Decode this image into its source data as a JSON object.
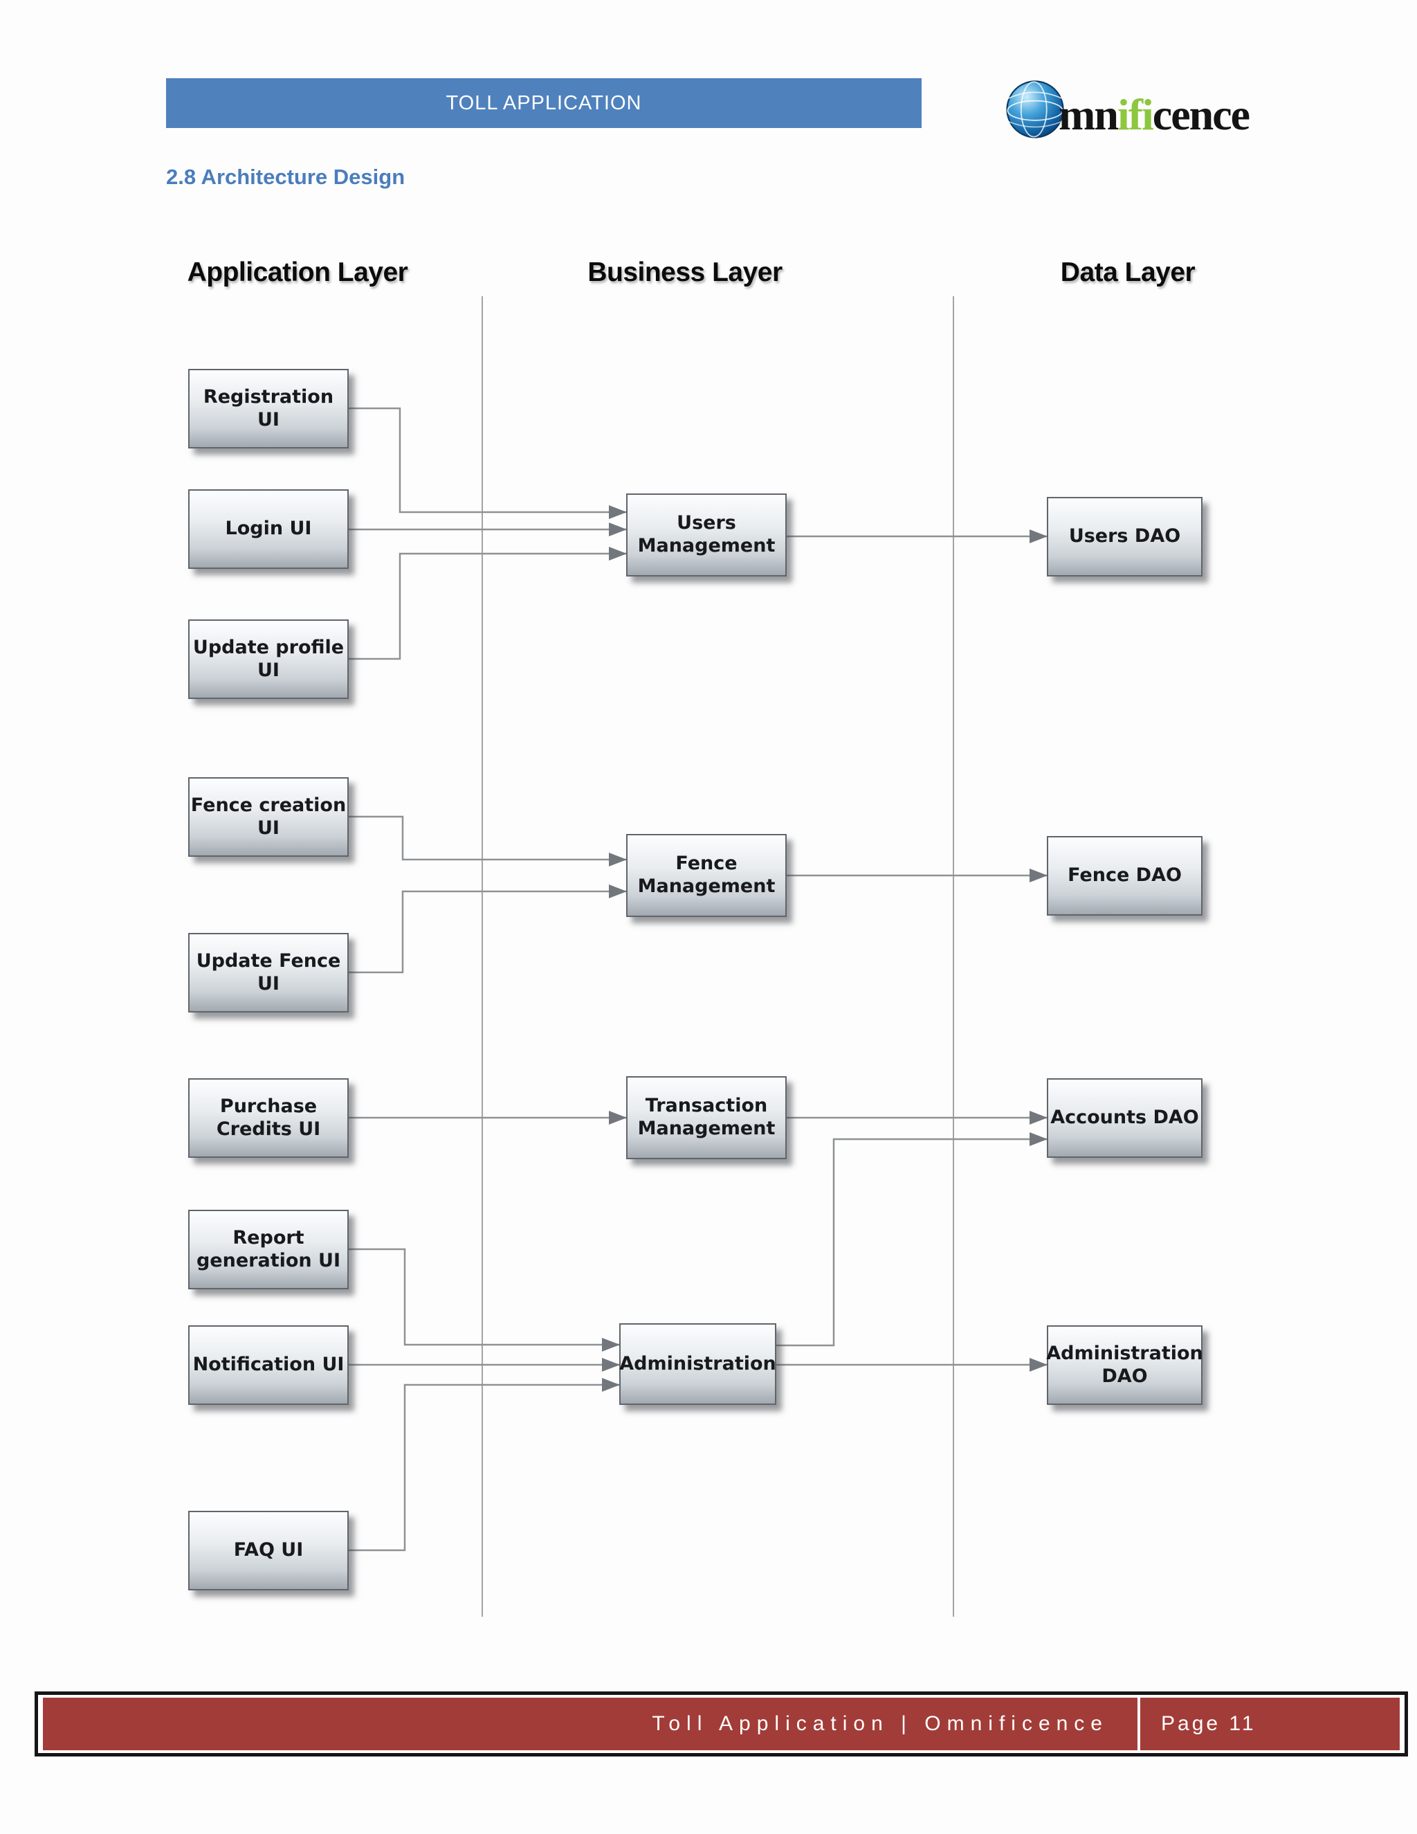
{
  "header": {
    "bar_title": "TOLL APPLICATION",
    "logo": {
      "word_black_1": "mn",
      "word_green": "ifi",
      "word_black_2": "cence"
    }
  },
  "section": {
    "title": "2.8 Architecture Design"
  },
  "diagram": {
    "columns": [
      {
        "label": "Application Layer"
      },
      {
        "label": "Business Layer"
      },
      {
        "label": "Data Layer"
      }
    ],
    "nodes": [
      {
        "id": "registration-ui",
        "label": "Registration\nUI"
      },
      {
        "id": "login-ui",
        "label": "Login UI"
      },
      {
        "id": "update-profile-ui",
        "label": "Update profile\nUI"
      },
      {
        "id": "fence-creation-ui",
        "label": "Fence creation\nUI"
      },
      {
        "id": "update-fence-ui",
        "label": "Update Fence\nUI"
      },
      {
        "id": "purchase-credits-ui",
        "label": "Purchase\nCredits UI"
      },
      {
        "id": "report-generation-ui",
        "label": "Report\ngeneration UI"
      },
      {
        "id": "notification-ui",
        "label": "Notification UI"
      },
      {
        "id": "faq-ui",
        "label": "FAQ UI"
      },
      {
        "id": "users-management",
        "label": "Users\nManagement"
      },
      {
        "id": "fence-management",
        "label": "Fence\nManagement"
      },
      {
        "id": "transaction-management",
        "label": "Transaction\nManagement"
      },
      {
        "id": "administration",
        "label": "Administration"
      },
      {
        "id": "users-dao",
        "label": "Users DAO"
      },
      {
        "id": "fence-dao",
        "label": "Fence DAO"
      },
      {
        "id": "accounts-dao",
        "label": "Accounts DAO"
      },
      {
        "id": "administration-dao",
        "label": "Administration\nDAO"
      }
    ]
  },
  "footer": {
    "doc_title": "Toll Application | Omnificence",
    "page_label": "Page 11"
  },
  "colors": {
    "header_bar_blue": "#4f81bd",
    "heading_blue": "#4a7dbd",
    "footer_red": "#a23c38",
    "logo_green": "#8dc63f"
  }
}
